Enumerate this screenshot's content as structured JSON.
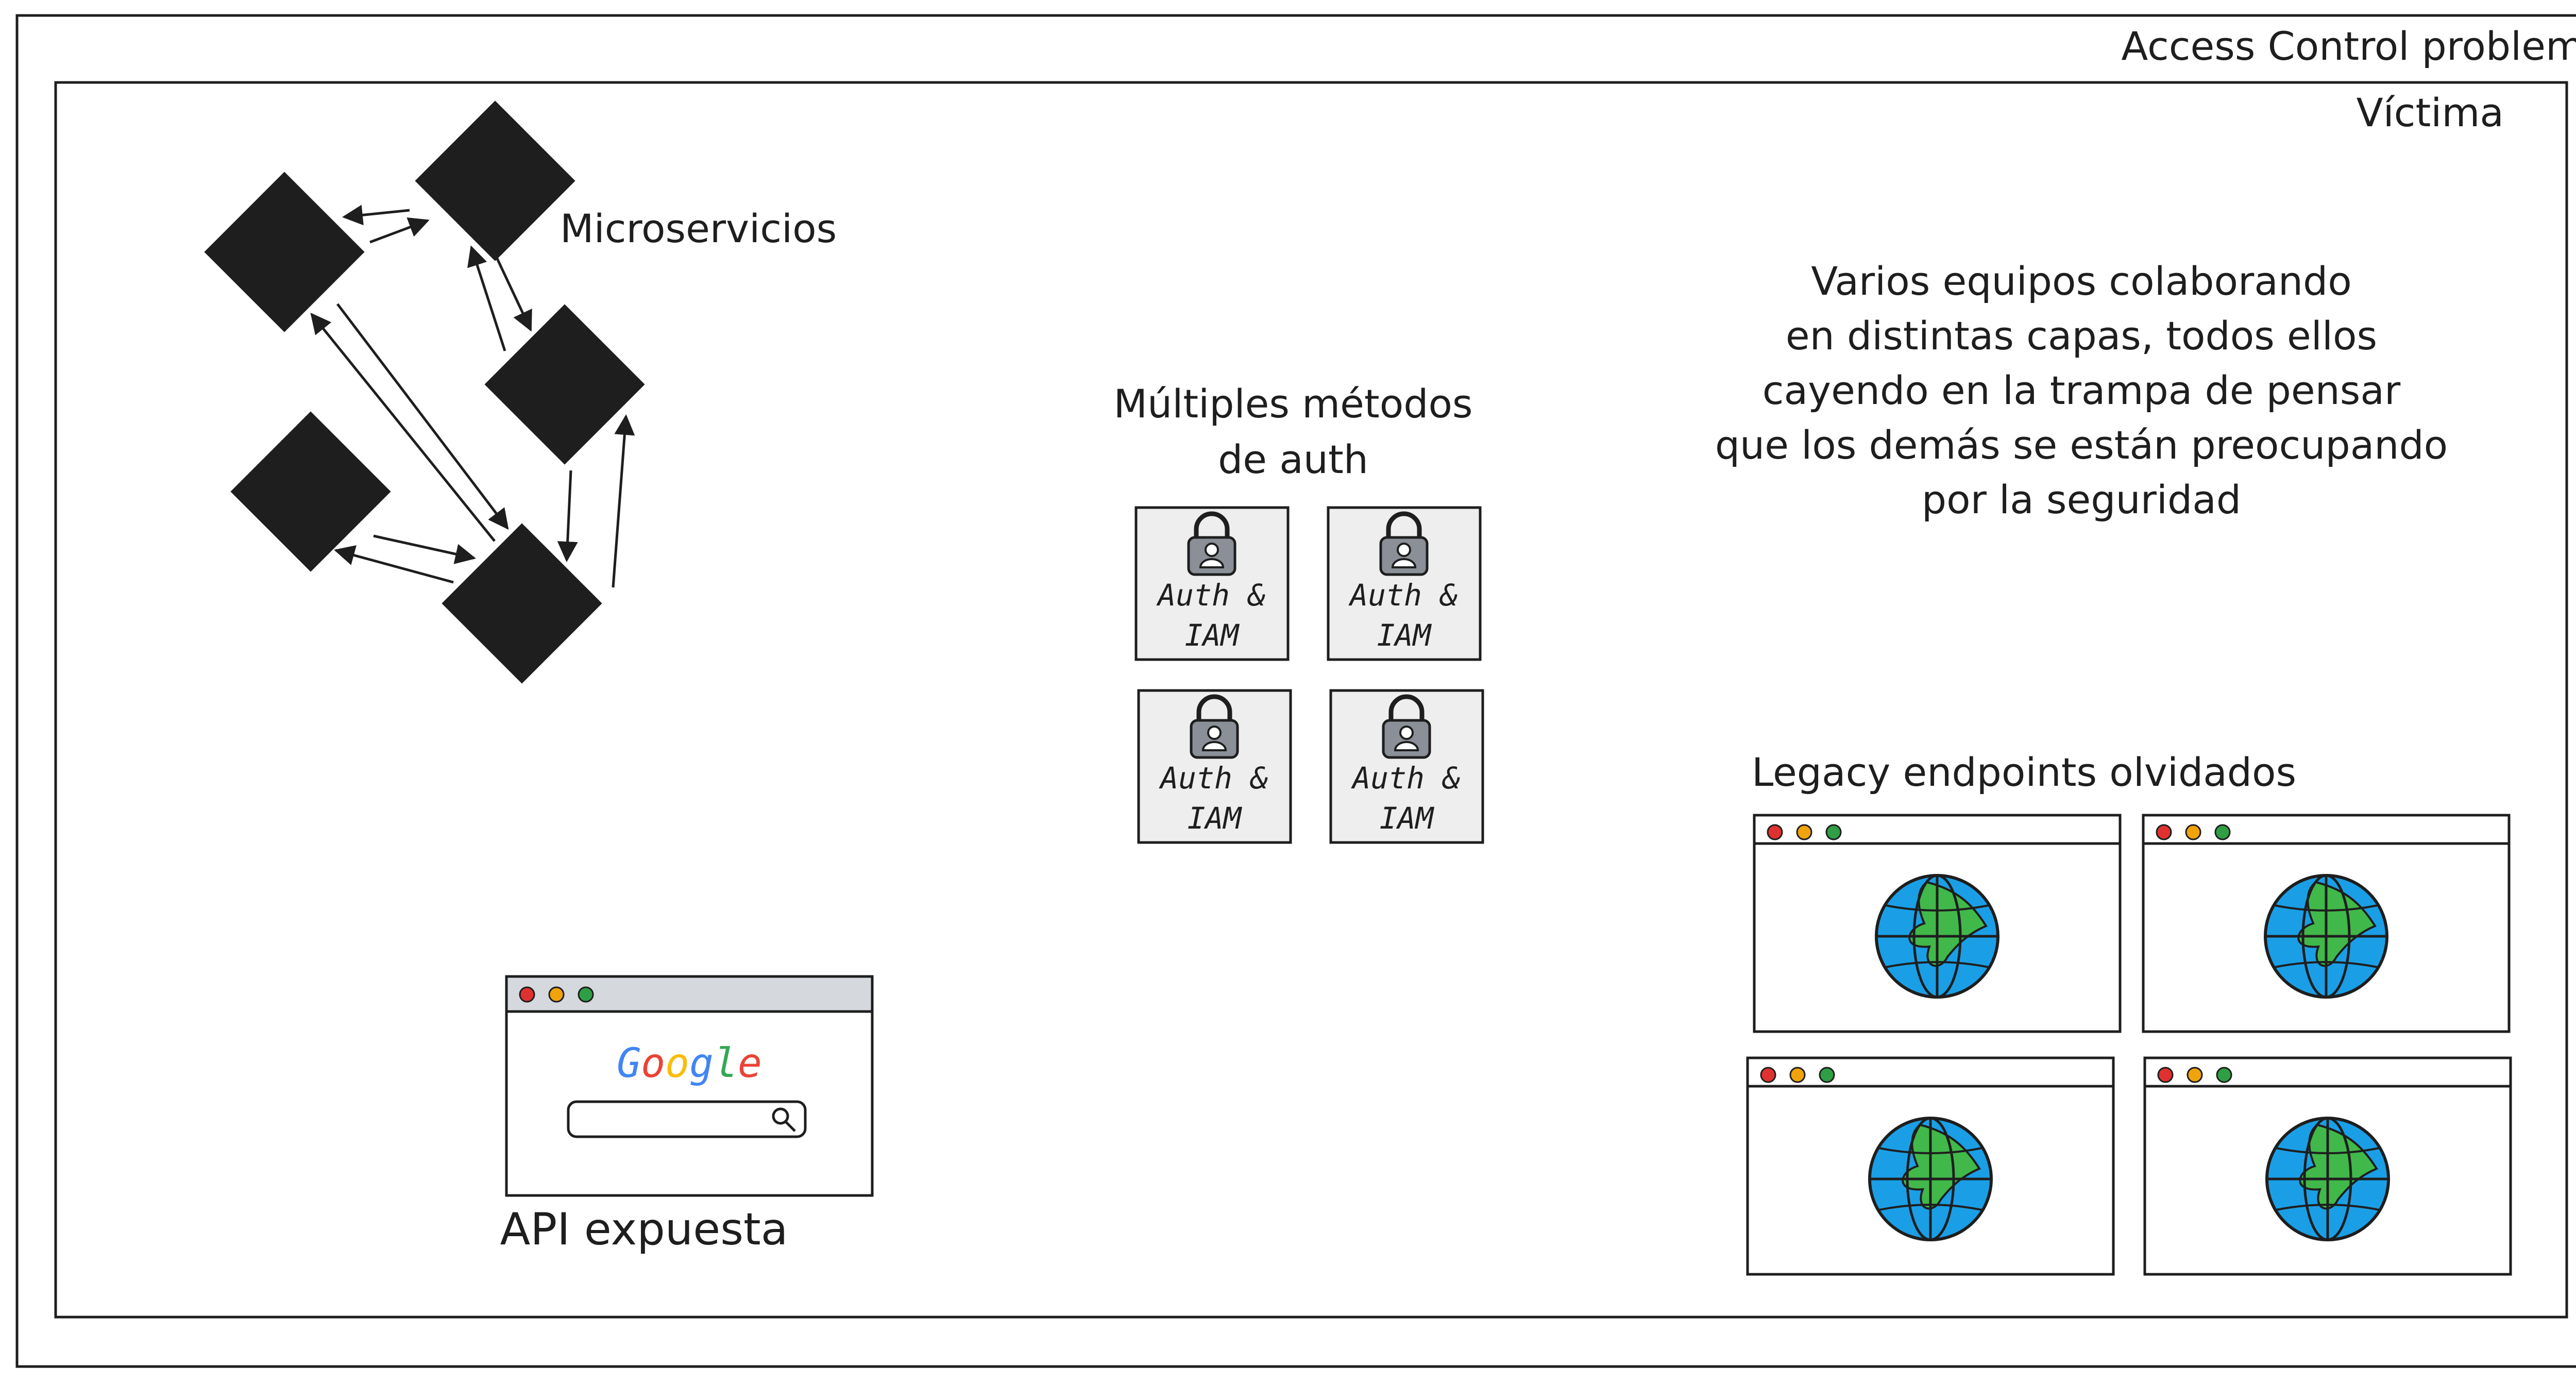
{
  "title": "Access Control problem",
  "zone_label": "Víctima",
  "microservices": {
    "label": "Microservicios"
  },
  "auth": {
    "label_lines": [
      "Múltiples métodos",
      "de auth"
    ],
    "tile_lines": [
      "Auth &",
      "IAM"
    ]
  },
  "teams_note": {
    "lines": [
      "Varios equipos colaborando",
      "en distintas capas, todos ellos",
      "cayendo en la trampa de pensar",
      "que los demás se están preocupando",
      "por la seguridad"
    ]
  },
  "api": {
    "label": "API expuesta",
    "logo_letters": [
      "G",
      "o",
      "o",
      "g",
      "l",
      "e"
    ],
    "logo_colors": [
      "#4285f4",
      "#ea4335",
      "#fbbc05",
      "#4285f4",
      "#34a853",
      "#ea4335"
    ]
  },
  "legacy": {
    "label": "Legacy endpoints olvidados"
  },
  "colors": {
    "stroke": "#1e1e1e",
    "node_fill": "#1e1e1e",
    "tile_fill": "#eeeeee",
    "lock_body": "#8a8f98",
    "globe_ocean": "#1a9fe6",
    "globe_land": "#41b84a",
    "dot_red": "#e03131",
    "dot_yellow": "#f0a30a",
    "dot_green": "#2f9e44",
    "browser_bar": "#d5d8dc"
  }
}
